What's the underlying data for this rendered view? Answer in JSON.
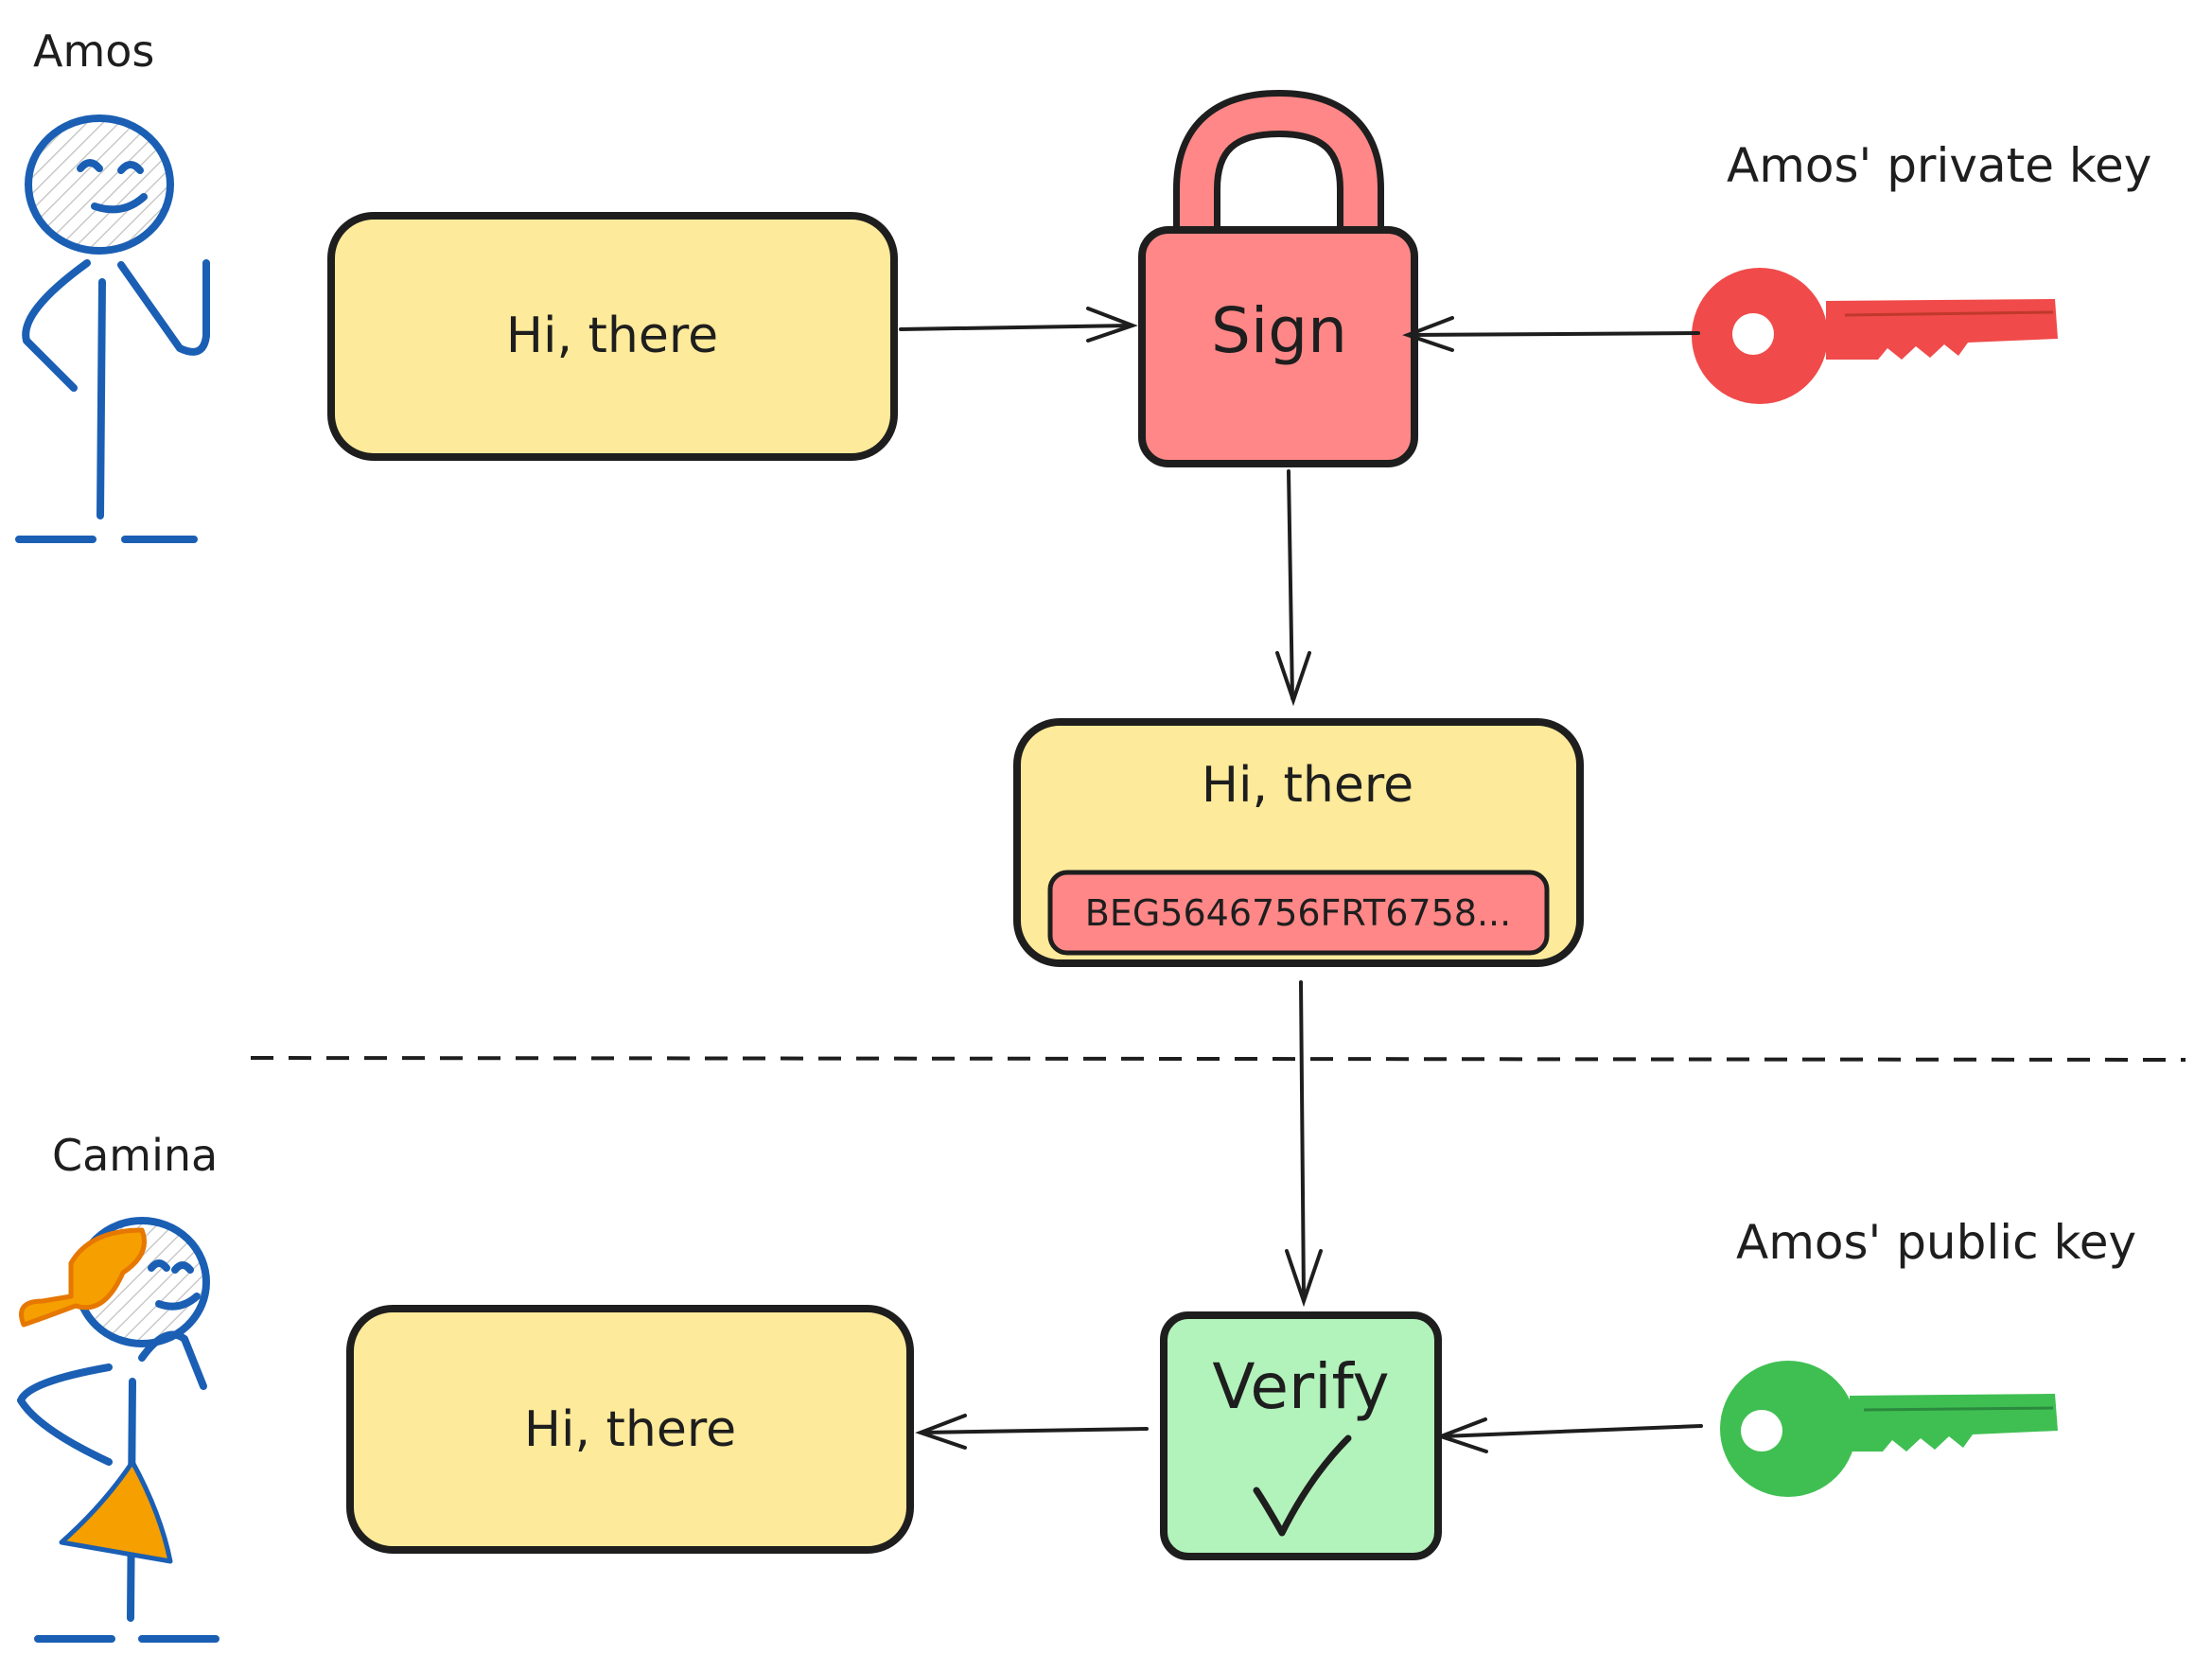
{
  "people": {
    "sender": "Amos",
    "receiver": "Camina"
  },
  "keys": {
    "private_label": "Amos' private key",
    "public_label": "Amos' public key",
    "private_color": "#f04a4a",
    "public_color": "#3fbf52"
  },
  "messages": {
    "original": "Hi, there",
    "signed_text": "Hi, there",
    "signature": "BEG5646756FRT6758...",
    "received": "Hi, there"
  },
  "steps": {
    "sign": "Sign",
    "verify": "Verify"
  },
  "colors": {
    "stroke": "#1e1e1e",
    "message_fill": "#fdea9a",
    "sign_fill": "#ff8787",
    "verify_fill": "#b2f2bb",
    "person_blue": "#1a5fb4",
    "hair_orange": "#f59f00"
  }
}
